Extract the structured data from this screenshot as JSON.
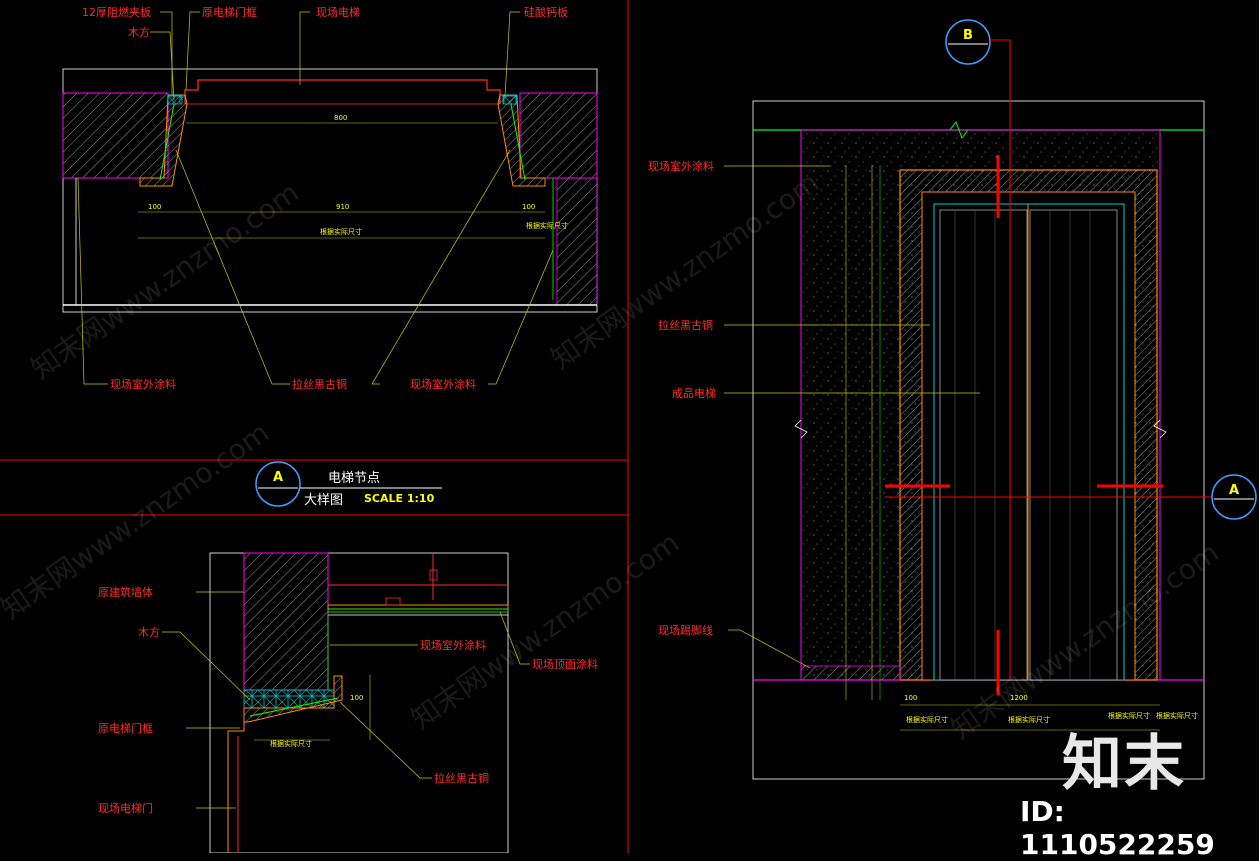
{
  "labels_top": {
    "l1": "12厚阻燃夹板",
    "l2": "木方",
    "l3": "原电梯门框",
    "l4": "现场电梯",
    "l5": "硅酸钙板",
    "l6": "现场室外涂料",
    "l7": "拉丝黑古铜",
    "l8": "现场室外涂料"
  },
  "dims_top": {
    "d800": "800",
    "d910": "910",
    "d100a": "100",
    "d100b": "100",
    "d_site": "根据实际尺寸",
    "d_site_r": "根据实际尺寸"
  },
  "title_block": {
    "mark": "A",
    "name": "电梯节点",
    "sub": "大样图",
    "scale": "SCALE  1:10"
  },
  "labels_bottom": {
    "b1": "原建筑墙体",
    "b2": "木方",
    "b3": "原电梯门框",
    "b4": "现场电梯门",
    "b5": "现场室外涂料",
    "b6": "现场顶面涂料",
    "b7": "拉丝黑古铜"
  },
  "dims_bottom": {
    "d_site": "根据实际尺寸",
    "d100": "100"
  },
  "labels_right": {
    "r1": "现场室外涂料",
    "r2": "拉丝黑古铜",
    "r3": "成品电梯",
    "r4": "现场踢脚线"
  },
  "dims_right": {
    "d100a": "100",
    "d1200": "1200",
    "d_site1": "根据实际尺寸",
    "d_site2": "根据实际尺寸",
    "d_site3": "根据实际尺寸",
    "d_site4": "根据实际尺寸"
  },
  "section_marks": {
    "b": "B",
    "a": "A"
  },
  "brand": {
    "logo": "知末",
    "id": "ID: 1110522259",
    "watermark": "知末网www.znzmo.com"
  }
}
